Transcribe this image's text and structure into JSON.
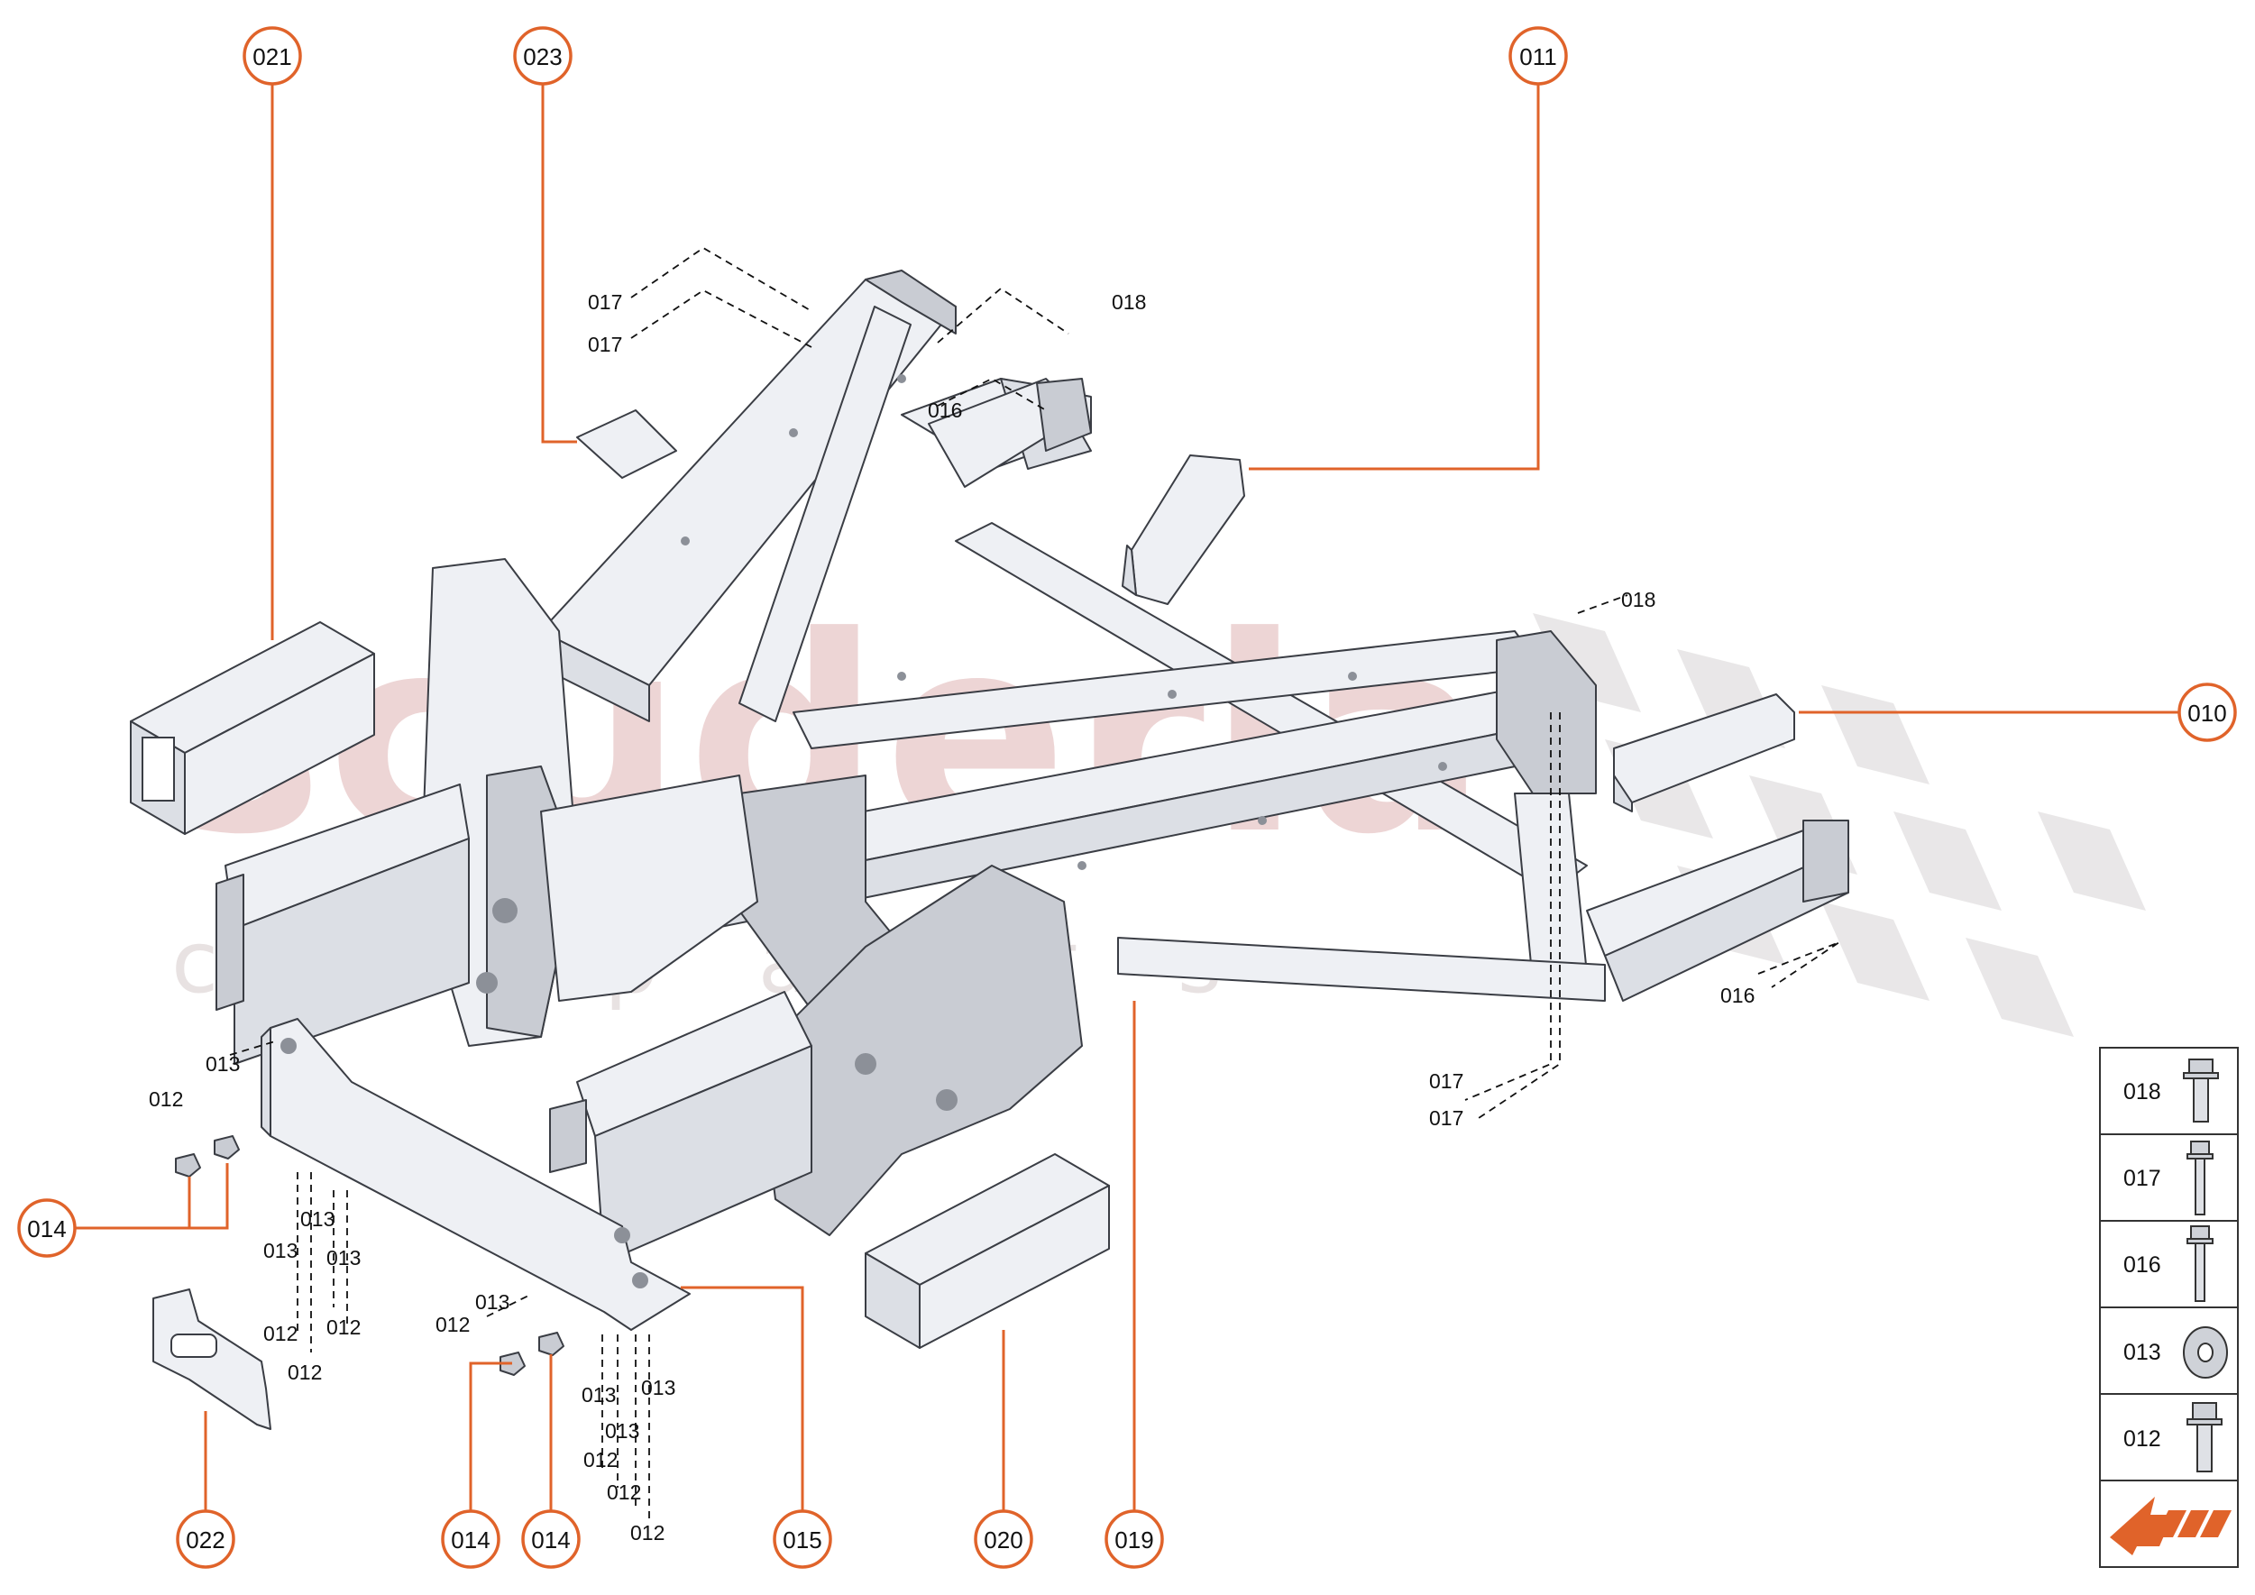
{
  "watermark": {
    "brand": "scuderia",
    "subtitle": "c a r p a r t s"
  },
  "callouts": [
    {
      "id": "021"
    },
    {
      "id": "023"
    },
    {
      "id": "011"
    },
    {
      "id": "010"
    },
    {
      "id": "014"
    },
    {
      "id": "022"
    },
    {
      "id": "014"
    },
    {
      "id": "014"
    },
    {
      "id": "015"
    },
    {
      "id": "020"
    },
    {
      "id": "019"
    }
  ],
  "fastener_labels": {
    "top_017_a": "017",
    "top_017_b": "017",
    "top_018": "018",
    "top_016": "016",
    "right_018": "018",
    "right_016": "016",
    "right_017_a": "017",
    "right_017_b": "017",
    "left_013_a": "013",
    "left_012_a": "012",
    "left_013_b": "013",
    "left_013_c": "013",
    "left_013_d": "013",
    "left_012_b": "012",
    "left_012_c": "012",
    "left_012_d": "012",
    "bot_013_a": "013",
    "bot_012_a": "012",
    "bot_013_b": "013",
    "bot_013_c": "013",
    "bot_013_d": "013",
    "bot_012_b": "012",
    "bot_012_c": "012",
    "bot_012_d": "012"
  },
  "legend": {
    "items": [
      {
        "code": "018",
        "icon": "flange-bolt-short-icon"
      },
      {
        "code": "017",
        "icon": "flange-bolt-long-icon"
      },
      {
        "code": "016",
        "icon": "flange-bolt-medium-icon"
      },
      {
        "code": "013",
        "icon": "washer-icon"
      },
      {
        "code": "012",
        "icon": "flange-bolt-stubby-icon"
      }
    ],
    "direction_icon": "front-direction-arrow-icon"
  },
  "colors": {
    "accent": "#e0632a",
    "line": "#111111",
    "watermark": "#d9a3a3"
  }
}
